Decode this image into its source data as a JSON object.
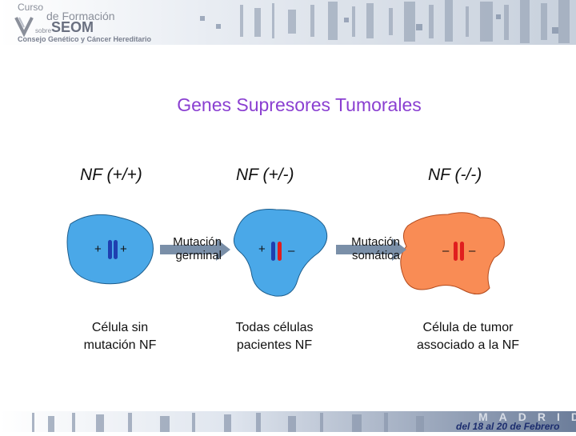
{
  "header": {
    "logo_line1": "Curso",
    "logo_line2": "de Formación",
    "logo_line3": "SEOM",
    "logo_sobre": "sobre",
    "logo_line4": "Consejo Genético y Cáncer Hereditario"
  },
  "title": "Genes Supresores Tumorales",
  "columns": [
    {
      "heading": "NF (+/+)",
      "caption_line1": "Célula sin",
      "caption_line2": "mutación NF",
      "left_sign": "+",
      "right_sign": "+"
    },
    {
      "heading": "NF (+/-)",
      "caption_line1": "Todas células",
      "caption_line2": "pacientes NF",
      "left_sign": "+",
      "right_sign": "–"
    },
    {
      "heading": "NF (-/-)",
      "caption_line1": "Célula de tumor",
      "caption_line2": "associado a la NF",
      "left_sign": "–",
      "right_sign": "–"
    }
  ],
  "arrows": [
    {
      "label_line1": "Mutación",
      "label_line2": "germinal"
    },
    {
      "label_line1": "Mutación",
      "label_line2": "somática"
    }
  ],
  "footer": {
    "city": "MADRID",
    "dates": "del 18 al 20 de Febrero"
  },
  "colors": {
    "title": "#8a3fd1",
    "normal_cell": "#4aa8e8",
    "tumor_cell": "#f98c55",
    "chromosome_blue": "#1f3fb0",
    "chromosome_red": "#e01e1e",
    "arrow": "#7a8fa8"
  }
}
